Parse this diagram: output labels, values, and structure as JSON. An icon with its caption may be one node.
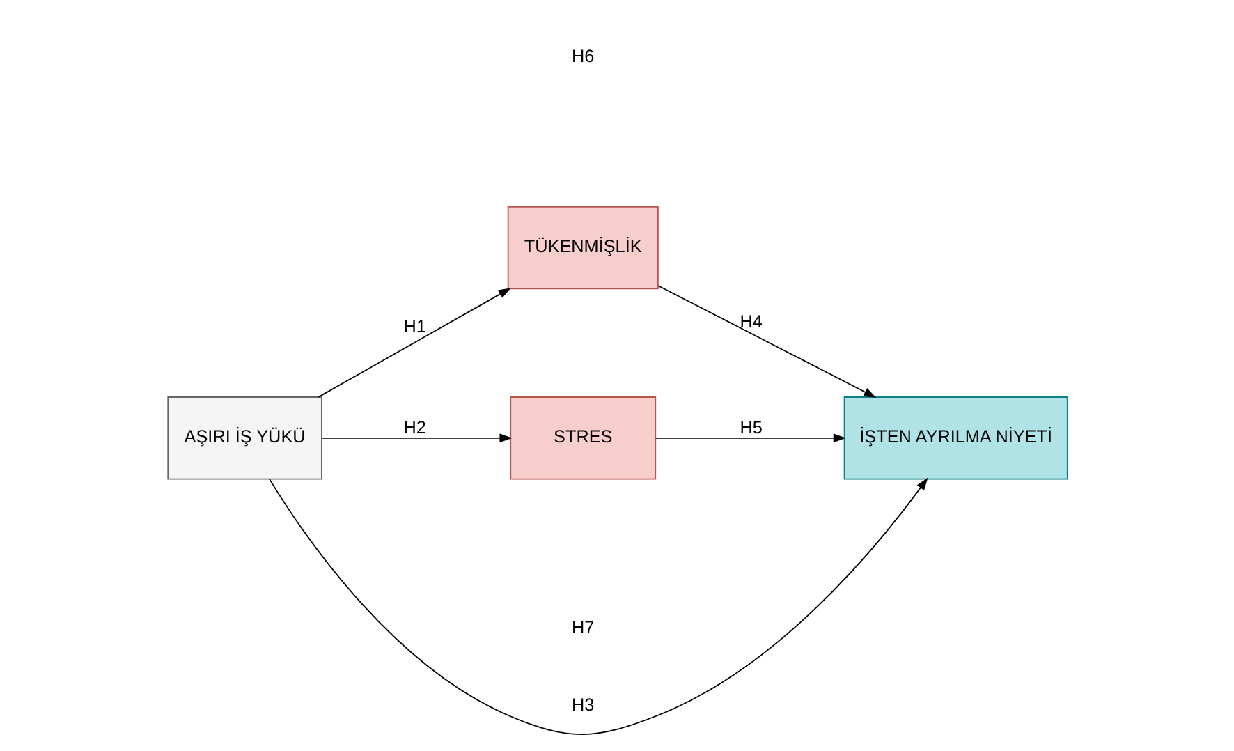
{
  "diagram": {
    "nodes": [
      {
        "text": [
          "AŞIRI İŞ YÜKÜ"
        ]
      },
      {
        "text": [
          "TÜKENMİŞLİK"
        ]
      },
      {
        "text": [
          "STRES"
        ]
      },
      {
        "text": [
          "İŞTEN AYRILMA NİYETİ"
        ]
      }
    ],
    "edges": [
      {
        "from": 0,
        "to": 1,
        "arrow": "to",
        "label": "H1"
      },
      {
        "from": 0,
        "to": 2,
        "arrow": "to",
        "label": "H2"
      },
      {
        "from": 0,
        "to": 3,
        "arrow": "to",
        "label": "H3"
      },
      {
        "from": 1,
        "to": 3,
        "arrow": "to",
        "label": "H4"
      },
      {
        "from": 2,
        "to": 3,
        "arrow": "to",
        "label": "H5"
      }
    ],
    "labels": [
      "H6",
      "H7"
    ]
  }
}
